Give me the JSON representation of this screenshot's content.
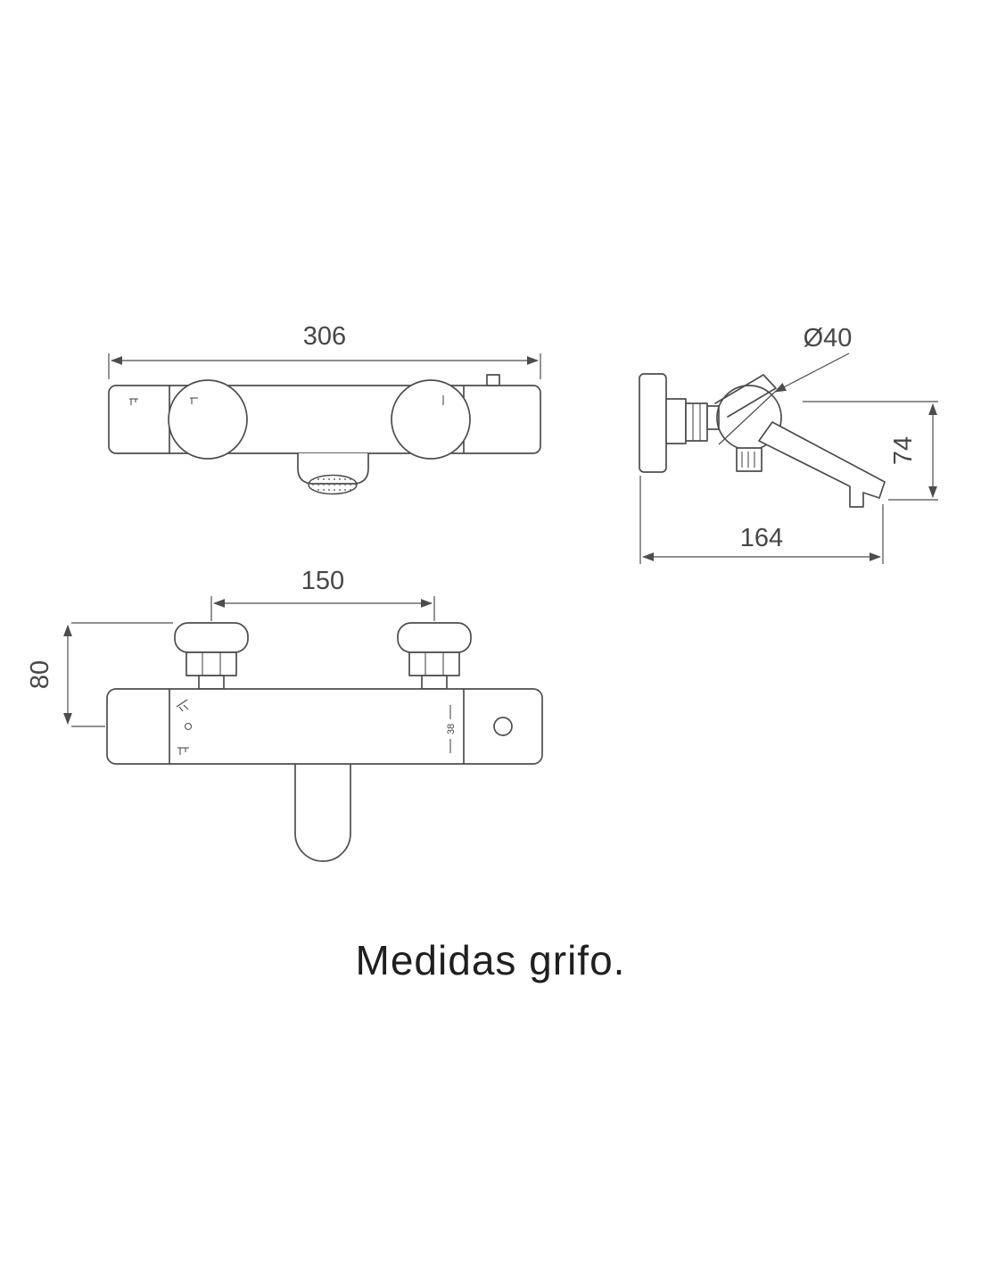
{
  "title": "Medidas grifo.",
  "dims": {
    "front_width": "306",
    "side_diameter": "Ø40",
    "side_height": "74",
    "side_depth": "164",
    "plan_spacing": "150",
    "plan_height": "80"
  },
  "labels": {
    "temp_stop": "38"
  },
  "colors": {
    "line": "#4d4d4d",
    "dimension_text": "#474747",
    "title_text": "#1f1f1f",
    "background": "#ffffff"
  }
}
